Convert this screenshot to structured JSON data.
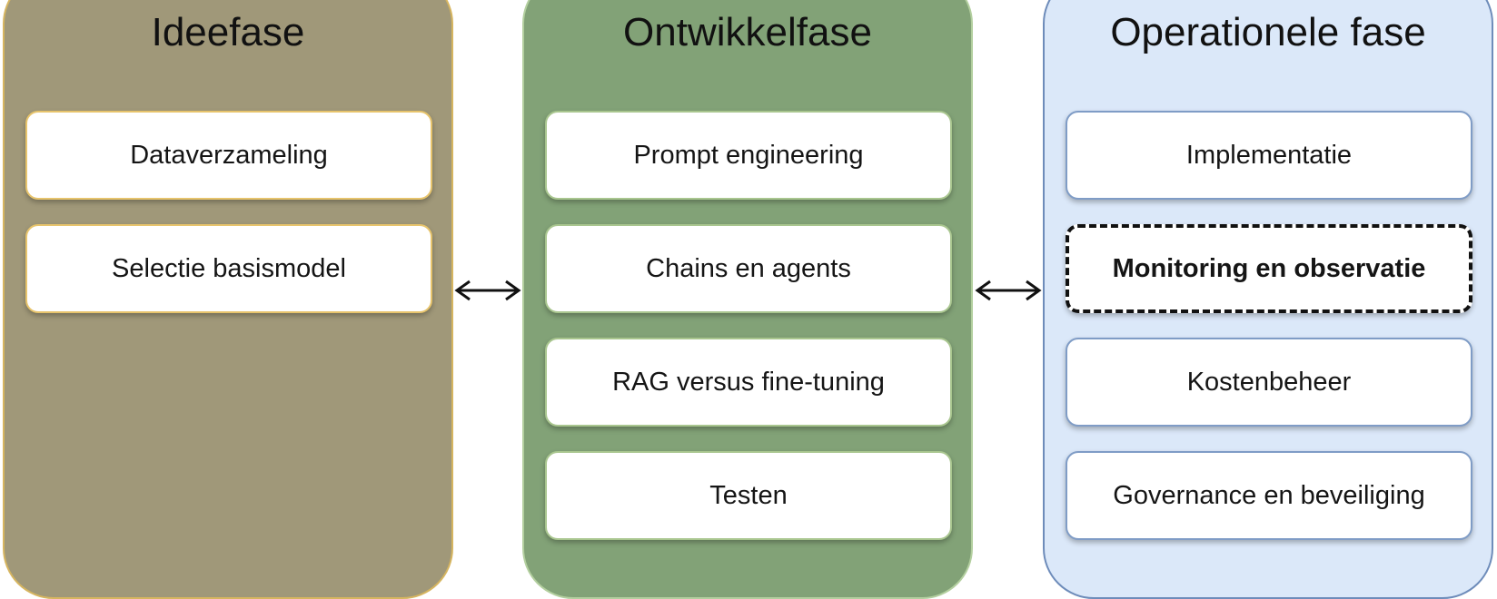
{
  "phases": [
    {
      "title": "Ideefase",
      "items": [
        "Dataverzameling",
        "Selectie basismodel"
      ]
    },
    {
      "title": "Ontwikkelfase",
      "items": [
        "Prompt engineering",
        "Chains en agents",
        "RAG versus fine-tuning",
        "Testen"
      ]
    },
    {
      "title": "Operationele fase",
      "items": [
        "Implementatie",
        "Monitoring en observatie",
        "Kostenbeheer",
        "Governance en beveiliging"
      ]
    }
  ],
  "highlighted_item": "Monitoring en observatie",
  "colors": {
    "ideefase_fill": "#a09879",
    "ontwikkelfase_fill": "#82a277",
    "operationele_fill": "#dbe8f9",
    "arrow": "#111111"
  },
  "connectors": [
    {
      "from": "Ideefase",
      "to": "Ontwikkelfase",
      "type": "double-arrow-icon"
    },
    {
      "from": "Ontwikkelfase",
      "to": "Operationele fase",
      "type": "double-arrow-icon"
    }
  ]
}
